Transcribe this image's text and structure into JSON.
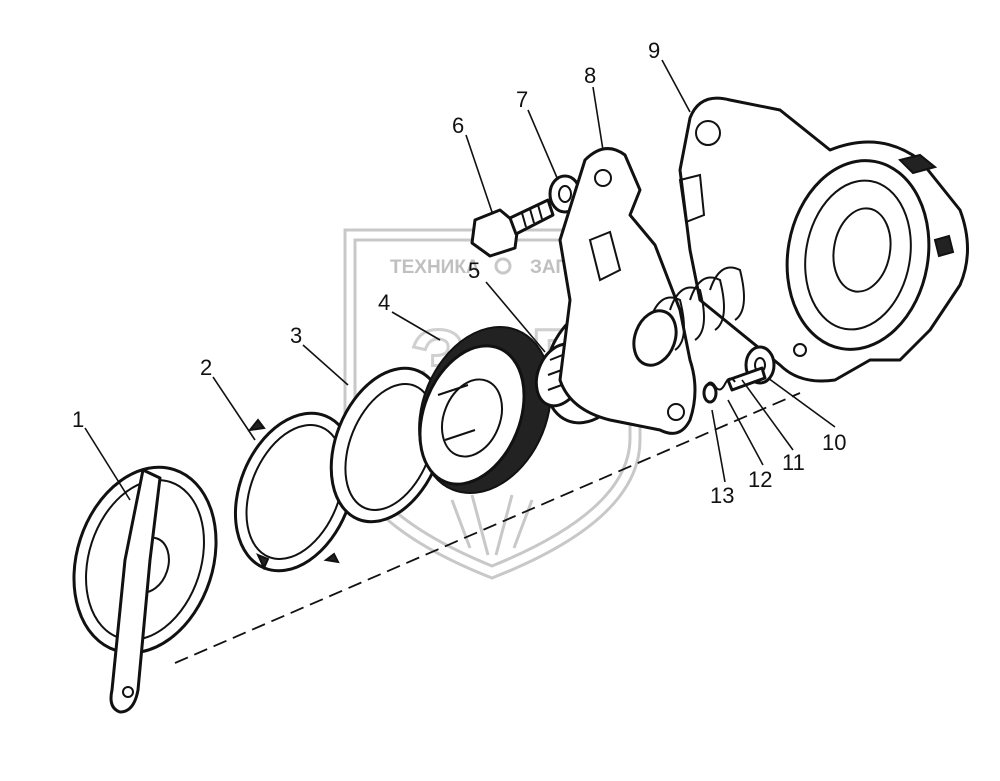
{
  "watermark": {
    "text_left": "ТЕХНИКА",
    "text_right": "ЗАПЧАСТИ",
    "logo": "ЗАП"
  },
  "callouts": [
    {
      "id": "callout-1",
      "label": "1"
    },
    {
      "id": "callout-2",
      "label": "2"
    },
    {
      "id": "callout-3",
      "label": "3"
    },
    {
      "id": "callout-4",
      "label": "4"
    },
    {
      "id": "callout-5",
      "label": "5"
    },
    {
      "id": "callout-6",
      "label": "6"
    },
    {
      "id": "callout-7",
      "label": "7"
    },
    {
      "id": "callout-8",
      "label": "8"
    },
    {
      "id": "callout-9",
      "label": "9"
    },
    {
      "id": "callout-10",
      "label": "10"
    },
    {
      "id": "callout-11",
      "label": "11"
    },
    {
      "id": "callout-12",
      "label": "12"
    },
    {
      "id": "callout-13",
      "label": "13"
    }
  ]
}
